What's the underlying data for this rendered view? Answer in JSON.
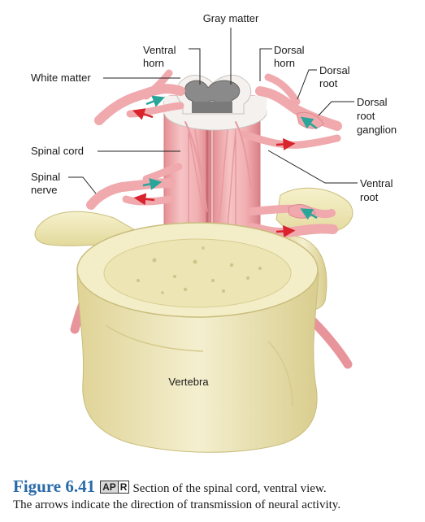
{
  "labels": {
    "gray_matter": "Gray matter",
    "ventral_horn": [
      "Ventral",
      "horn"
    ],
    "dorsal_horn": [
      "Dorsal",
      "horn"
    ],
    "white_matter": "White matter",
    "dorsal_root": [
      "Dorsal",
      "root"
    ],
    "dorsal_root_ganglion": [
      "Dorsal",
      "root",
      "ganglion"
    ],
    "spinal_cord": "Spinal cord",
    "spinal_nerve": [
      "Spinal",
      "nerve"
    ],
    "ventral_root": [
      "Ventral",
      "root"
    ],
    "vertebra": "Vertebra"
  },
  "caption": {
    "figure_number": "Figure 6.41",
    "badge_ap": "AP",
    "badge_r": "R",
    "line1": "Section of the spinal cord, ventral view.",
    "line2": "The arrows indicate the direction of transmission of neural activity."
  },
  "colors": {
    "bone": "#efe8b8",
    "cord": "#f2b4b6",
    "gray_matter": "#8a8a8a",
    "white_matter": "#f4f1ee",
    "sensory_arrow": "#2aa59a",
    "motor_arrow": "#d9232d",
    "caption_blue": "#2a6aa8"
  }
}
